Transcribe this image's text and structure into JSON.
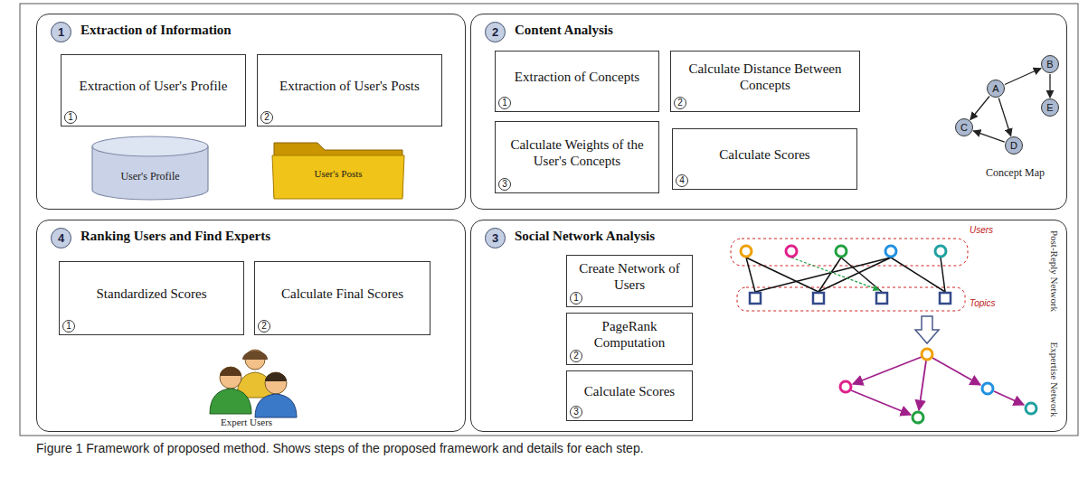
{
  "diagram": {
    "caption": "Figure 1 Framework of proposed method. Shows steps of the proposed framework and details for each step.",
    "nodes": [
      {
        "text": [
          "Extraction of Information"
        ]
      },
      {
        "text": [
          "1"
        ],
        "in": 0
      },
      {
        "text": [
          "Extraction of User's Profile"
        ],
        "in": 0
      },
      {
        "text": [
          "1"
        ],
        "in": 2
      },
      {
        "text": [
          "Extraction of User's Posts"
        ],
        "in": 0
      },
      {
        "text": [
          "2"
        ],
        "in": 4
      },
      {
        "text": [
          "User's Profile"
        ],
        "in": 0
      },
      {
        "text": [
          "User's Posts"
        ],
        "in": 0
      },
      {
        "text": [
          "Content Analysis"
        ]
      },
      {
        "text": [
          "2"
        ],
        "in": 8
      },
      {
        "text": [
          "Extraction of Concepts"
        ],
        "in": 8
      },
      {
        "text": [
          "1"
        ],
        "in": 10
      },
      {
        "text": [
          "Calculate Distance Between Concepts"
        ],
        "in": 8
      },
      {
        "text": [
          "2"
        ],
        "in": 12
      },
      {
        "text": [
          "Calculate Weights of the User's Concepts"
        ],
        "in": 8
      },
      {
        "text": [
          "3"
        ],
        "in": 14
      },
      {
        "text": [
          "Calculate Scores"
        ],
        "in": 8
      },
      {
        "text": [
          "4"
        ],
        "in": 16
      },
      {
        "text": [
          "A"
        ],
        "in": 8
      },
      {
        "text": [
          "B"
        ],
        "in": 8
      },
      {
        "text": [
          "C"
        ],
        "in": 8
      },
      {
        "text": [
          "D"
        ],
        "in": 8
      },
      {
        "text": [
          "E"
        ],
        "in": 8
      },
      {
        "text": [
          "Ranking Users and Find Experts"
        ]
      },
      {
        "text": [
          "4"
        ],
        "in": 23
      },
      {
        "text": [
          "Standardized Scores"
        ],
        "in": 23
      },
      {
        "text": [
          "1"
        ],
        "in": 25
      },
      {
        "text": [
          "Calculate Final Scores"
        ],
        "in": 23
      },
      {
        "text": [
          "2"
        ],
        "in": 27
      },
      {
        "text": [
          "Social Network Analysis"
        ]
      },
      {
        "text": [
          "3"
        ],
        "in": 29
      },
      {
        "text": [
          "Create Network of Users"
        ],
        "in": 29
      },
      {
        "text": [
          "1"
        ],
        "in": 31
      },
      {
        "text": [
          "PageRank Computation"
        ],
        "in": 29
      },
      {
        "text": [
          "2"
        ],
        "in": 33
      },
      {
        "text": [
          "Calculate Scores"
        ],
        "in": 29
      },
      {
        "text": [
          "3"
        ],
        "in": 35
      }
    ],
    "edges": [
      {
        "from": 18,
        "to": 19,
        "arrow": "to"
      },
      {
        "from": 19,
        "to": 22,
        "arrow": "to"
      },
      {
        "from": 18,
        "to": 20,
        "arrow": "to"
      },
      {
        "from": 18,
        "to": 21,
        "arrow": "to"
      },
      {
        "from": 21,
        "to": 20,
        "arrow": "to"
      }
    ],
    "labels": [
      "Concept Map",
      "Expert Users",
      "Post-Reply Network",
      "Expertise Network",
      "Users",
      "Topics"
    ]
  }
}
